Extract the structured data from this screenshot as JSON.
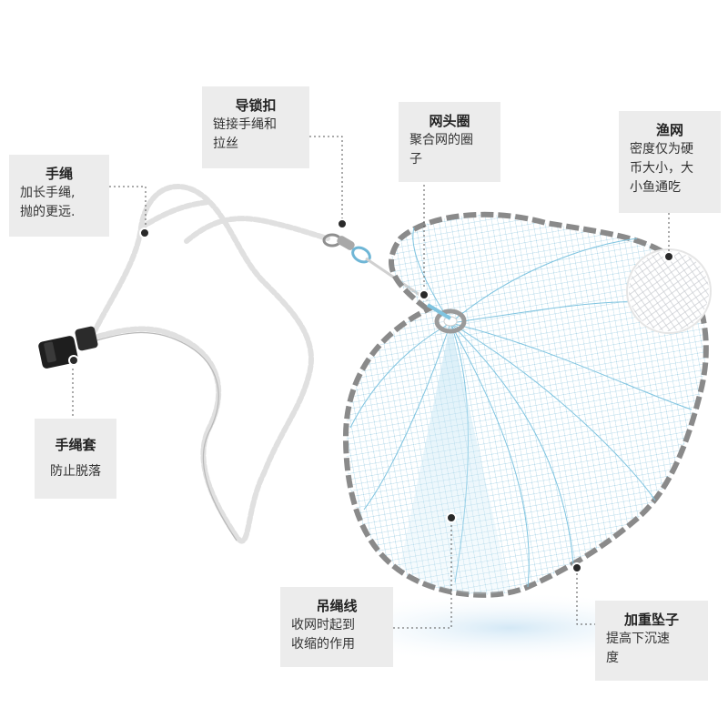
{
  "labels": {
    "hand_rope": {
      "title": "手绳",
      "desc": "加长手绳,\n抛的更远."
    },
    "guide_lock": {
      "title": "导锁扣",
      "desc": "链接手绳和\n拉丝"
    },
    "net_head_ring": {
      "title": "网头圈",
      "desc": "聚合网的圈\n子"
    },
    "fishing_net": {
      "title": "渔网",
      "desc": "密度仅为硬\n币大小，大\n小鱼通吃"
    },
    "rope_sleeve": {
      "title": "手绳套",
      "desc": "防止脱落"
    },
    "hanging_line": {
      "title": "吊绳线",
      "desc": "收网时起到\n收缩的作用"
    },
    "weight_sinker": {
      "title": "加重坠子",
      "desc": "提高下沉速\n度"
    }
  },
  "colors": {
    "box_bg": "#ececec",
    "net_line": "#7fc4e0",
    "net_rim": "#8a8a8a",
    "rope": "#e2e2e2",
    "marker": "#2a2a2a",
    "leader": "#555555"
  }
}
